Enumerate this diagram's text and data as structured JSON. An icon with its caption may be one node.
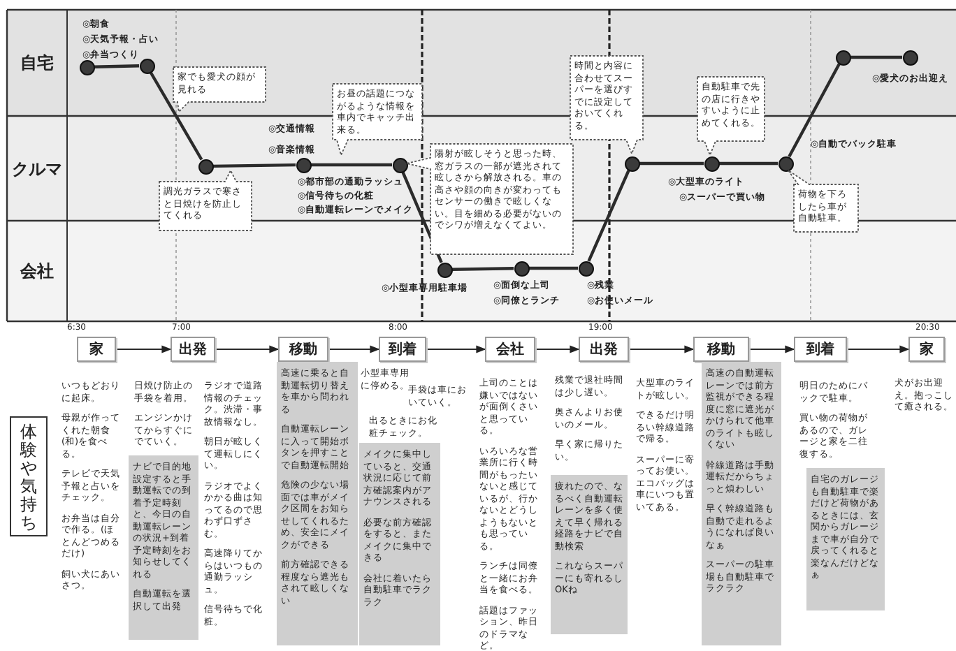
{
  "diagram": {
    "nodes": [
      {
        "text": [
          "自宅"
        ]
      },
      {
        "text": [
          "クルマ"
        ]
      },
      {
        "text": [
          "会社"
        ]
      },
      {
        "text": [],
        "shape": "circle",
        "in": 0,
        "beside": [
          "◎朝食",
          "◎天気予報・占い",
          "◎弁当つくり"
        ]
      },
      {
        "text": [],
        "shape": "circle",
        "in": 0
      },
      {
        "text": [],
        "shape": "circle",
        "in": 1
      },
      {
        "text": [],
        "shape": "circle",
        "in": 1,
        "beside": [
          "◎交通情報",
          "◎音楽情報",
          "◎都市部の通勤ラッシュ",
          "◎信号待ちの化粧",
          "◎自動運転レーンでメイク"
        ]
      },
      {
        "text": [],
        "shape": "circle",
        "in": 1
      },
      {
        "text": [],
        "shape": "circle",
        "in": 2,
        "beside": [
          "◎小型車専用駐車場"
        ]
      },
      {
        "text": [],
        "shape": "circle",
        "in": 2,
        "beside": [
          "◎面倒な上司",
          "◎同僚とランチ"
        ]
      },
      {
        "text": [],
        "shape": "circle",
        "in": 2,
        "beside": [
          "◎残業",
          "◎お使いメール"
        ]
      },
      {
        "text": [],
        "shape": "circle",
        "in": 1
      },
      {
        "text": [],
        "shape": "circle",
        "in": 1,
        "beside": [
          "◎大型車のライト",
          "◎スーパーで買い物"
        ]
      },
      {
        "text": [],
        "shape": "circle",
        "in": 1,
        "beside": [
          "◎自動でバック駐車"
        ]
      },
      {
        "text": [],
        "shape": "circle",
        "in": 0
      },
      {
        "text": [],
        "shape": "circle",
        "in": 0,
        "beside": [
          "◎愛犬のお出迎え"
        ]
      },
      {
        "text": [
          "家でも愛犬の顔が見れる"
        ],
        "in": 0
      },
      {
        "text": [
          "調光ガラスで寒さと日焼けを防止してくれる"
        ]
      },
      {
        "text": [
          "お昼の話題につながるような情報を車内でキャッチ出来る。"
        ]
      },
      {
        "text": [
          "陽射が眩しそうと思った時、窓ガラスの一部が遮光されて眩しさから解放される。車の高さや顔の向きが変わってもセンサーの働きで眩しくない。目を細める必要がないのでシワが増えなくてよい。"
        ]
      },
      {
        "text": [
          "時間と内容に合わせてスーパーを選びすでに設定しておいてくれる。"
        ]
      },
      {
        "text": [
          "自動駐車で先の店に行きやすいように止めてくれる。"
        ]
      },
      {
        "text": [
          "荷物を下ろしたら車が自動駐車。"
        ]
      },
      {
        "text": [
          "家"
        ]
      },
      {
        "text": [
          "出発"
        ]
      },
      {
        "text": [
          "移動"
        ]
      },
      {
        "text": [
          "到着"
        ]
      },
      {
        "text": [
          "会社"
        ]
      },
      {
        "text": [
          "出発"
        ]
      },
      {
        "text": [
          "移動"
        ]
      },
      {
        "text": [
          "到着"
        ]
      },
      {
        "text": [
          "家"
        ]
      },
      {
        "text": [
          "体験や気持ち"
        ]
      },
      {
        "text": [
          "ナビで目的地設定すると手動運転での到着予定時刻と、今日の自動運転レーンの状況+到着予定時刻をお知らせしてくれる",
          "自動運転を選択して出発"
        ]
      },
      {
        "text": [
          "高速に乗ると自動運転切り替えを車から問われる",
          "自動運転レーンに入って開始ボタンを押すことで自動運転開始",
          "危険の少ない場面では車がメイク区間をお知らせしてくれるため、安全にメイクができる",
          "前方確認できる程度なら遮光もされて眩しくない"
        ]
      },
      {
        "text": [
          "メイクに集中していると、交通状況に応じて前方確認案内がアナウンスされる",
          "必要な前方確認をすると、またメイクに集中できる",
          "会社に着いたら自動駐車でラクラク"
        ]
      },
      {
        "text": [
          "疲れたので、なるべく自動運転レーンを多く使えて早く帰れる経路をナビで自動検索",
          "これならスーパーにも寄れるしOKね"
        ]
      },
      {
        "text": [
          "高速の自動運転レーンでは前方監視ができる程度に窓に遮光がかけられて他車のライトも眩しくない",
          "幹線道路は手動運転だからちょっと煩わしい",
          "早く幹線道路も自動で走れるようになれば良いなぁ",
          "スーパーの駐車場も自動駐車でラクラク"
        ]
      },
      {
        "text": [
          "自宅のガレージも自動駐車で楽だけど荷物があるときには、玄関からガレージまで車が自分で戻ってくれると楽なんだけどなぁ"
        ]
      }
    ],
    "edges": [
      {
        "from": 3,
        "to": 4,
        "arrow": "none"
      },
      {
        "from": 4,
        "to": 5,
        "arrow": "none"
      },
      {
        "from": 5,
        "to": 6,
        "arrow": "none"
      },
      {
        "from": 6,
        "to": 7,
        "arrow": "none"
      },
      {
        "from": 7,
        "to": 8,
        "arrow": "none"
      },
      {
        "from": 8,
        "to": 9,
        "arrow": "none"
      },
      {
        "from": 9,
        "to": 10,
        "arrow": "none"
      },
      {
        "from": 10,
        "to": 11,
        "arrow": "none"
      },
      {
        "from": 11,
        "to": 12,
        "arrow": "none"
      },
      {
        "from": 12,
        "to": 13,
        "arrow": "none"
      },
      {
        "from": 13,
        "to": 14,
        "arrow": "none"
      },
      {
        "from": 14,
        "to": 15,
        "arrow": "none"
      },
      {
        "from": 23,
        "to": 24,
        "arrow": "to"
      },
      {
        "from": 24,
        "to": 25,
        "arrow": "to"
      },
      {
        "from": 25,
        "to": 26,
        "arrow": "to"
      },
      {
        "from": 26,
        "to": 27,
        "arrow": "to"
      },
      {
        "from": 27,
        "to": 28,
        "arrow": "to"
      },
      {
        "from": 28,
        "to": 29,
        "arrow": "to"
      },
      {
        "from": 29,
        "to": 30,
        "arrow": "to"
      },
      {
        "from": 30,
        "to": 31,
        "arrow": "to"
      }
    ],
    "labels": [
      "6:30",
      "7:00",
      "8:00",
      "19:00",
      "20:30",
      "いつもどおりに起床。",
      "母親が作ってくれた朝食(和)を食べる。",
      "テレビで天気予報と占いをチェック。",
      "お弁当は自分で作る。(ほとんどつめるだけ)",
      "飼い犬にあいさつ。",
      "日焼け防止の手袋を着用。",
      "エンジンかけてからすぐにでていく。",
      "ラジオで道路情報のチェック。渋滞・事故情報なし。",
      "朝日が眩しくて運転しにくい。",
      "ラジオでよくかかる曲は知ってるので思わず口ずさむ。",
      "高速降りてからはいつもの通勤ラッシュ。",
      "信号待ちで化粧。",
      "小型車専用に停める。",
      "手袋は車においていく。",
      "出るときにお化粧チェック。",
      "上司のことは嫌いではないが面倒くさいと思っている。",
      "いろいろな営業所に行く時間がもったいないと感じているが、行かないとどうしようもないとも思っている。",
      "ランチは同僚と一緒にお弁当を食べる。",
      "話題はファッション、昨日のドラマなど。",
      "残業で退社時間は少し遅い。",
      "奥さんよりお使いのメール。",
      "早く家に帰りたい。",
      "大型車のライトが眩しい。",
      "できるだけ明るい幹線道路で帰る。",
      "スーパーに寄ってお使い。エコバッグは車にいつも置いてある。",
      "明日のためにバックで駐車。",
      "買い物の荷物があるので、ガレージと家を二往復する。",
      "犬がお出迎え。抱っこして癒される。"
    ]
  }
}
